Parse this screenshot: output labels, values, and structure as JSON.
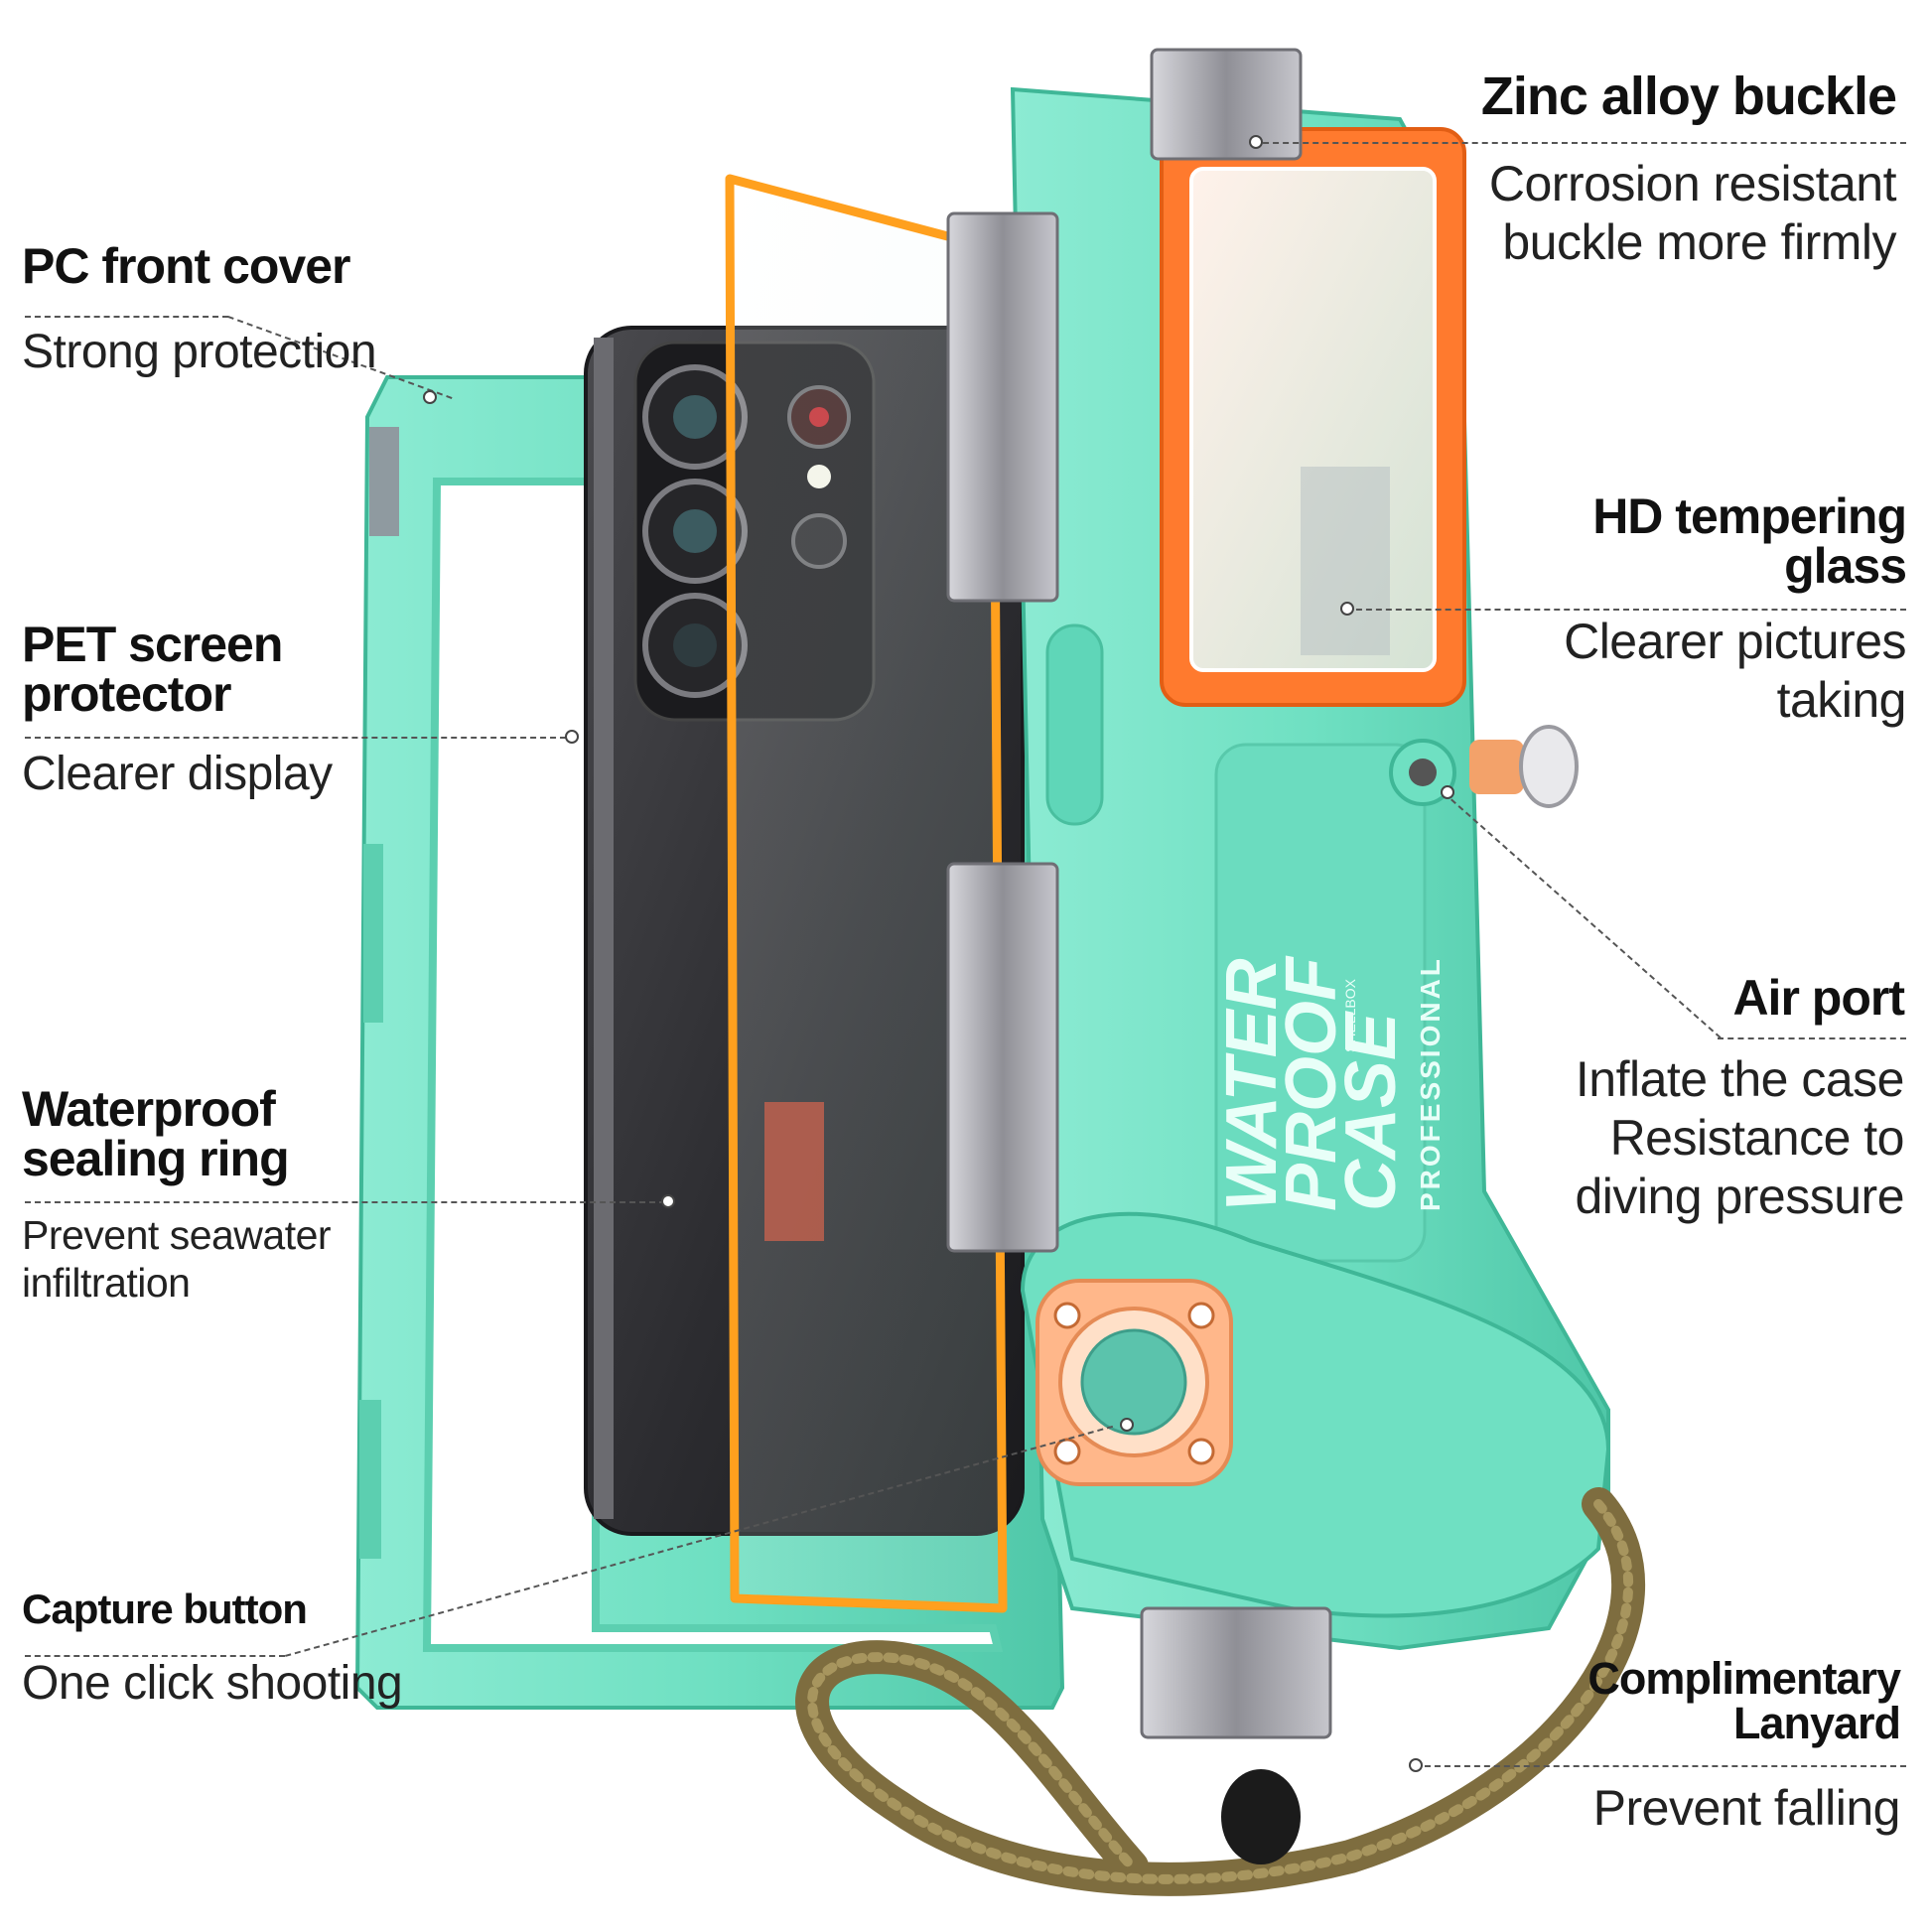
{
  "callouts": {
    "pc_front_cover": {
      "title": "PC front cover",
      "desc": "Strong protection"
    },
    "pet_screen_protector": {
      "title_line1": "PET screen",
      "title_line2": "protector",
      "desc": "Clearer display"
    },
    "waterproof_sealing_ring": {
      "title_line1": "Waterproof",
      "title_line2": "sealing ring",
      "desc_line1": "Prevent seawater",
      "desc_line2": "infiltration"
    },
    "capture_button": {
      "title": "Capture button",
      "desc": "One click shooting"
    },
    "zinc_alloy_buckle": {
      "title": "Zinc alloy buckle",
      "desc_line1": "Corrosion resistant",
      "desc_line2": "buckle more firmly"
    },
    "hd_tempering_glass": {
      "title_line1": "HD tempering",
      "title_line2": "glass",
      "desc_line1": "Clearer pictures",
      "desc_line2": "taking"
    },
    "air_port": {
      "title": "Air port",
      "desc_line1": "Inflate the case",
      "desc_line2": "Resistance to",
      "desc_line3": "diving pressure"
    },
    "complimentary_lanyard": {
      "title_line1": "Complimentary",
      "title_line2": "Lanyard",
      "desc": "Prevent falling"
    }
  },
  "case_branding": {
    "line1": "WATER",
    "line2": "PROOF",
    "line3": "CASE",
    "line4": "PROFESSIONAL",
    "small_mark": "SHELLBOX"
  },
  "colors": {
    "case_mint": "#6fe0c2",
    "case_mint_dark": "#4fc7a8",
    "accent_orange": "#ff7a2e",
    "phone_dark": "#3a3a3c",
    "metal": "#9a9aa0",
    "lanyard": "#8a7a4a"
  }
}
